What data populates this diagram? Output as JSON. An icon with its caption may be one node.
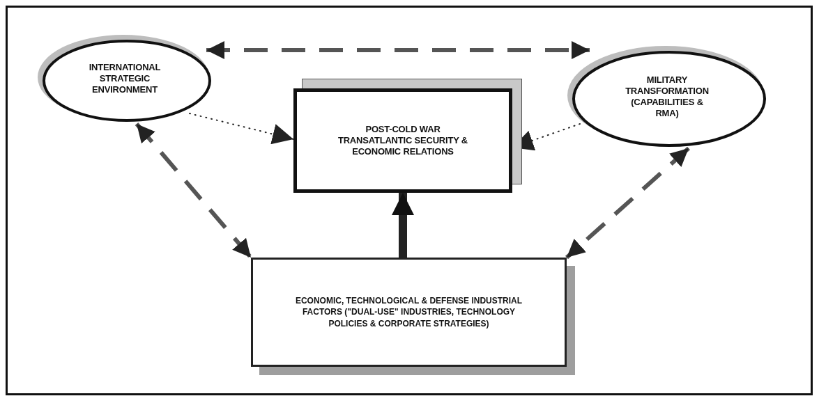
{
  "diagram": {
    "nodes": [
      {
        "text": [
          "INTERNATIONAL STRATEGIC ENVIRONMENT"
        ]
      },
      {
        "text": [
          "POST-COLD WAR TRANSATLANTIC SECURITY & ECONOMIC RELATIONS"
        ]
      },
      {
        "text": [
          "MILITARY TRANSFORMATION (CAPABILITIES & RMA)"
        ]
      },
      {
        "text": [
          "ECONOMIC, TECHNOLOGICAL & DEFENSE INDUSTRIAL FACTORS (\"DUAL-USE\" INDUSTRIES, TECHNOLOGY POLICIES & CORPORATE STRATEGIES)"
        ]
      }
    ],
    "edges": [
      {
        "from": 0,
        "to": 2,
        "arrow": "both",
        "style": "dashed"
      },
      {
        "from": 0,
        "to": 1,
        "arrow": "to",
        "style": "dashed"
      },
      {
        "from": 2,
        "to": 1,
        "arrow": "to",
        "style": "dashed"
      },
      {
        "from": 0,
        "to": 3,
        "arrow": "both",
        "style": "dashed"
      },
      {
        "from": 2,
        "to": 3,
        "arrow": "both",
        "style": "dashed"
      },
      {
        "from": 3,
        "to": 1,
        "arrow": "to",
        "style": "thick"
      }
    ]
  }
}
